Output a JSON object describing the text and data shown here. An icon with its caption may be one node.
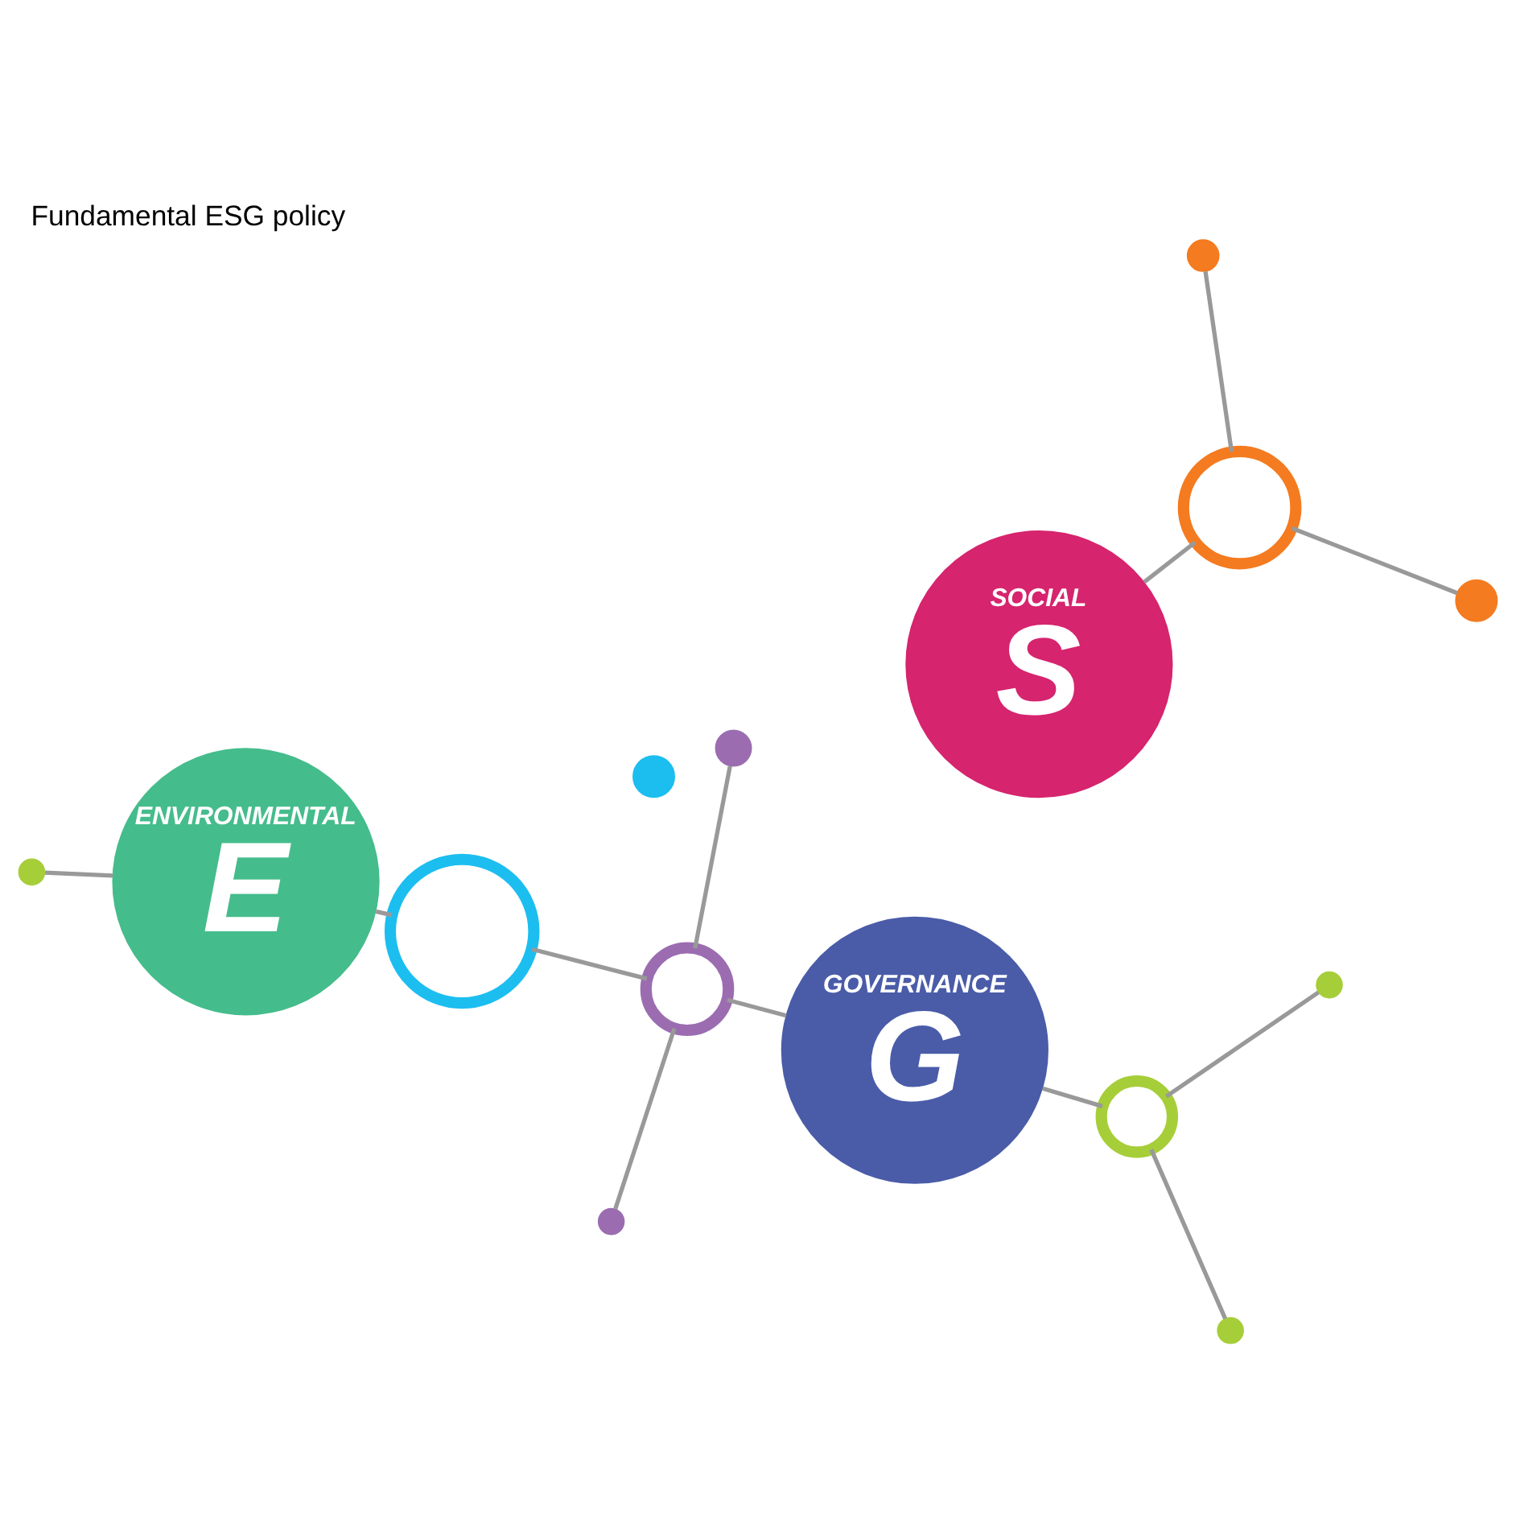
{
  "diagram": {
    "title": "Fundamental ESG policy",
    "nodes": [
      {
        "text": [
          "ENVIRONMENTAL",
          "E"
        ]
      },
      {
        "text": [
          "SOCIAL",
          "S"
        ]
      },
      {
        "text": [
          "GOVERNANCE",
          "G"
        ]
      },
      {
        "text": [],
        "shape": "circle"
      },
      {
        "text": [],
        "shape": "circle"
      },
      {
        "text": [],
        "shape": "circle"
      },
      {
        "text": [],
        "shape": "circle"
      },
      {
        "text": [],
        "shape": "circle"
      },
      {
        "text": [],
        "shape": "circle"
      },
      {
        "text": [],
        "shape": "circle"
      },
      {
        "text": [],
        "shape": "circle"
      },
      {
        "text": [],
        "shape": "circle"
      },
      {
        "text": [],
        "shape": "circle"
      },
      {
        "text": [],
        "shape": "circle"
      },
      {
        "text": [],
        "shape": "circle"
      }
    ],
    "edges": [
      {
        "from": 3,
        "to": 4,
        "arrow": "none"
      },
      {
        "from": 4,
        "to": 5,
        "arrow": "none"
      },
      {
        "from": 4,
        "to": 1,
        "arrow": "none"
      },
      {
        "from": 6,
        "to": 0,
        "arrow": "none"
      },
      {
        "from": 0,
        "to": 7,
        "arrow": "none"
      },
      {
        "from": 7,
        "to": 9,
        "arrow": "none"
      },
      {
        "from": 9,
        "to": 2,
        "arrow": "none"
      },
      {
        "from": 9,
        "to": 10,
        "arrow": "none"
      },
      {
        "from": 9,
        "to": 11,
        "arrow": "none"
      },
      {
        "from": 2,
        "to": 13,
        "arrow": "none"
      },
      {
        "from": 12,
        "to": 13,
        "arrow": "none"
      },
      {
        "from": 13,
        "to": 14,
        "arrow": "none"
      }
    ]
  }
}
